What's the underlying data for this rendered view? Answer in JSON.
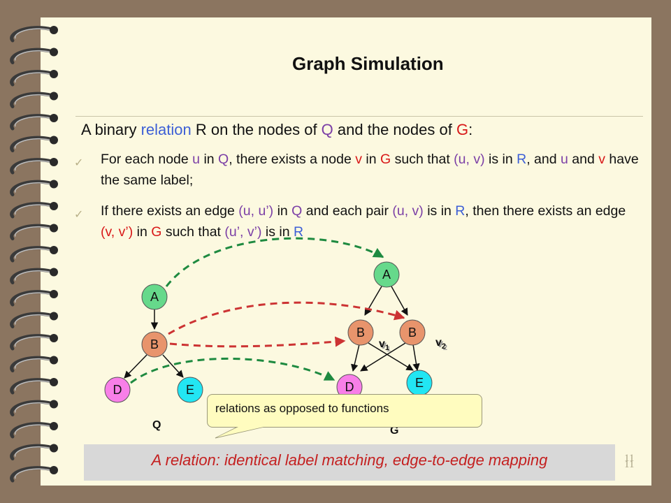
{
  "title": "Graph Simulation",
  "intro": {
    "p1": "A binary ",
    "relation": "relation",
    "p2": " R on the nodes of ",
    "Q": "Q",
    "p3": " and the nodes of ",
    "G": "G",
    "p4": ":"
  },
  "bullet1": {
    "t1": "For each node ",
    "u1": "u",
    "t2": " in ",
    "Q": "Q",
    "t3": ", there exists a node ",
    "v1": "v",
    "t4": " in ",
    "G": "G",
    "t5": " such that ",
    "pair": "(u, v)",
    "t6": " is in ",
    "R": "R",
    "t7": ", and ",
    "u2": "u",
    "t8": " and ",
    "v2": "v",
    "t9": " have the same label;"
  },
  "bullet2": {
    "t1": "If there exists an edge ",
    "edgeQ": "(u, u’)",
    "t2": " in ",
    "Q": "Q",
    "t3": " and each pair ",
    "pair": "(u, v)",
    "t4": " is in ",
    "R1": "R",
    "t5": ", then there exists an edge ",
    "edgeG": "(v, v’)",
    "t6": " in ",
    "G": "G",
    "t7": " such that ",
    "pair2": "(u’, v’)",
    "t8": " is in ",
    "R2": "R"
  },
  "graphQ": {
    "label": "Q",
    "nodes": {
      "A": "A",
      "B": "B",
      "D": "D",
      "E": "E"
    }
  },
  "graphG": {
    "label": "G",
    "nodes": {
      "A": "A",
      "B1": "B",
      "B2": "B",
      "D": "D",
      "E": "E"
    },
    "v1": {
      "base": "v",
      "sub": "1"
    },
    "v2": {
      "base": "v",
      "sub": "2"
    }
  },
  "callout": "relations as opposed to functions",
  "footer": "A relation: identical label matching, edge-to-edge mapping",
  "page_number": "11",
  "colors": {
    "nodeA": "#66d98b",
    "nodeB": "#e8946c",
    "nodeD": "#f87fe8",
    "nodeE": "#22e6f3",
    "green_arrow": "#1e8a40",
    "red_arrow": "#cc3333",
    "footer_text": "#c42020",
    "footer_bg": "#d8d8d8",
    "callout_bg": "#fffcbf"
  }
}
